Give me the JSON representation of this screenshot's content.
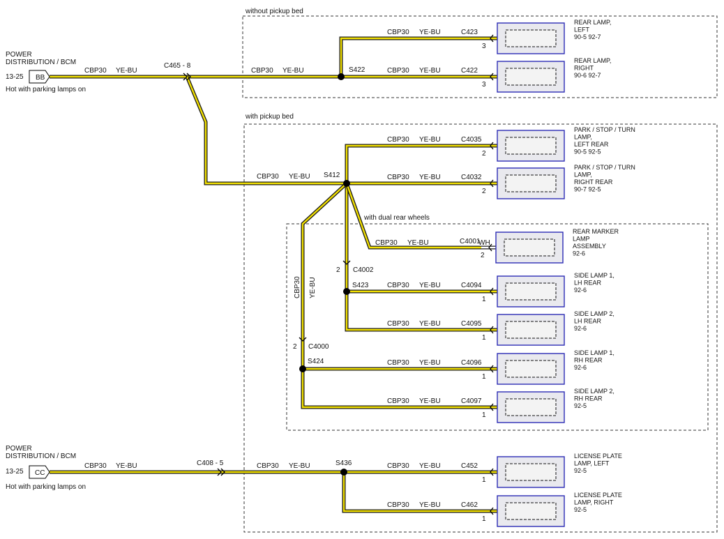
{
  "groups": {
    "without_bed": "without pickup bed",
    "with_bed": "with pickup bed",
    "dual_rear": "with dual rear wheels"
  },
  "sources": [
    {
      "title1": "POWER",
      "title2": "DISTRIBUTION / BCM",
      "ref": "13-25",
      "tag": "BB",
      "note": "Hot with parking lamps on"
    },
    {
      "title1": "POWER",
      "title2": "DISTRIBUTION / BCM",
      "ref": "13-25",
      "tag": "CC",
      "note": "Hot with parking lamps on"
    }
  ],
  "wire": {
    "circuit": "CBP30",
    "color": "YE-BU",
    "white": "WH"
  },
  "inline_connectors": {
    "c465": "C465 - 8",
    "c408": "C408 - 5",
    "c4002": "C4002",
    "c4000": "C4000",
    "pin2": "2"
  },
  "splices": {
    "s422": "S422",
    "s412": "S412",
    "s423": "S423",
    "s424": "S424",
    "s436": "S436"
  },
  "components": [
    {
      "connector": "C423",
      "pin": "3",
      "lines": [
        "REAR LAMP,",
        "LEFT",
        "90-5    92-7"
      ]
    },
    {
      "connector": "C422",
      "pin": "3",
      "lines": [
        "REAR LAMP,",
        "RIGHT",
        "90-6    92-7"
      ]
    },
    {
      "connector": "C4035",
      "pin": "2",
      "lines": [
        "PARK / STOP / TURN",
        "LAMP,",
        "LEFT REAR",
        "90-5    92-5"
      ]
    },
    {
      "connector": "C4032",
      "pin": "2",
      "lines": [
        "PARK / STOP / TURN",
        "LAMP,",
        "RIGHT REAR",
        "90-7    92-5"
      ]
    },
    {
      "connector": "C4001",
      "pin": "2",
      "lines": [
        "REAR MARKER",
        "LAMP",
        "ASSEMBLY",
        "92-6"
      ]
    },
    {
      "connector": "C4094",
      "pin": "1",
      "lines": [
        "SIDE LAMP 1,",
        "LH REAR",
        "92-6"
      ]
    },
    {
      "connector": "C4095",
      "pin": "1",
      "lines": [
        "SIDE LAMP 2,",
        "LH REAR",
        "92-6"
      ]
    },
    {
      "connector": "C4096",
      "pin": "1",
      "lines": [
        "SIDE LAMP 1,",
        "RH REAR",
        "92-6"
      ]
    },
    {
      "connector": "C4097",
      "pin": "1",
      "lines": [
        "SIDE LAMP 2,",
        "RH REAR",
        "92-5"
      ]
    },
    {
      "connector": "C452",
      "pin": "1",
      "lines": [
        "LICENSE PLATE",
        "LAMP, LEFT",
        "92-5"
      ]
    },
    {
      "connector": "C462",
      "pin": "1",
      "lines": [
        "LICENSE PLATE",
        "LAMP, RIGHT",
        "92-5"
      ]
    }
  ]
}
